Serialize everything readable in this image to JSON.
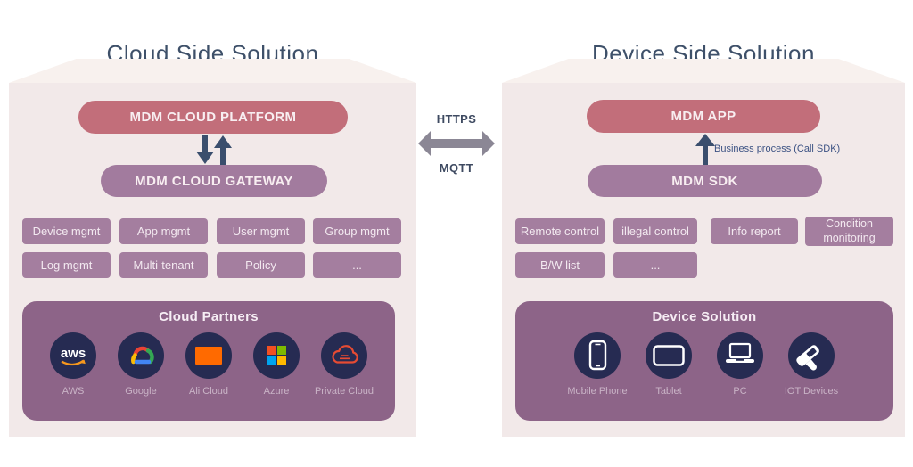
{
  "cloud_side": {
    "title": "Cloud Side Solution",
    "platform_label": "MDM CLOUD PLATFORM",
    "gateway_label": "MDM CLOUD GATEWAY",
    "features": [
      "Device mgmt",
      "App mgmt",
      "User mgmt",
      "Group mgmt",
      "Log mgmt",
      "Multi-tenant",
      "Policy",
      "..."
    ],
    "partners": {
      "title": "Cloud Partners",
      "items": [
        {
          "label": "AWS",
          "icon": "aws-icon"
        },
        {
          "label": "Google",
          "icon": "google-cloud-icon"
        },
        {
          "label": "Ali Cloud",
          "icon": "ali-cloud-icon"
        },
        {
          "label": "Azure",
          "icon": "azure-icon"
        },
        {
          "label": "Private Cloud",
          "icon": "private-cloud-icon"
        }
      ]
    }
  },
  "link": {
    "top_protocol": "HTTPS",
    "bottom_protocol": "MQTT"
  },
  "device_side": {
    "title": "Device Side Solution",
    "app_label": "MDM APP",
    "sdk_label": "MDM SDK",
    "sdk_arrow_label": "Business process (Call SDK)",
    "features": [
      "Remote control",
      "illegal control",
      "Info report",
      "Condition monitoring",
      "B/W list",
      "..."
    ],
    "devices": {
      "title": "Device Solution",
      "items": [
        {
          "label": "Mobile Phone",
          "icon": "mobile-phone-icon"
        },
        {
          "label": "Tablet",
          "icon": "tablet-icon"
        },
        {
          "label": "PC",
          "icon": "pc-icon"
        },
        {
          "label": "IOT Devices",
          "icon": "iot-devices-icon"
        }
      ]
    }
  },
  "colors": {
    "panel_bg": "#f2e9e9",
    "panel_roof": "#f8f1ee",
    "title_text": "#3e5069",
    "rose_pill": "#c26e7a",
    "mauve_pill": "#a27b9e",
    "feature_box": "#a47e9f",
    "group_panel": "#8d6488",
    "icon_circle": "#262b52",
    "arrow_navy": "#3a4e6d",
    "arrow_gray": "#8b8795"
  }
}
